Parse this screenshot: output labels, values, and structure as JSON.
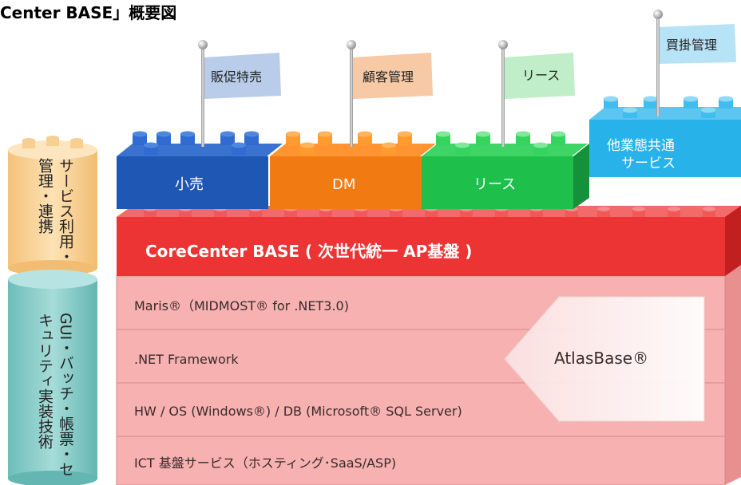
{
  "header": {
    "title": "Center BASE」概要図"
  },
  "flags": [
    {
      "label": "販促特売",
      "color": "#b9cdea"
    },
    {
      "label": "顧客管理",
      "color": "#f7c9a4"
    },
    {
      "label": "リース",
      "color": "#bfeec8"
    },
    {
      "label": "買掛管理",
      "color": "#b6e3f6"
    }
  ],
  "modules": [
    {
      "label": "小売",
      "color": "#1f57b4",
      "studs": "#2d6fd1"
    },
    {
      "label": "DM",
      "color": "#f17b12",
      "studs": "#ff9a2e"
    },
    {
      "label": "リース",
      "color": "#1ebf4a",
      "studs": "#35d45f"
    }
  ],
  "common_service": {
    "line1": "他業態共通",
    "line2": "サービス",
    "color": "#27b2ea"
  },
  "base": {
    "label": "CoreCenter BASE ( 次世代統一 AP基盤 )",
    "color": "#ec3434"
  },
  "layers": [
    {
      "label": "Maris®（MIDMOST® for .NET3.0)"
    },
    {
      "label": ".NET Framework"
    },
    {
      "label": "HW / OS (Windows®) / DB (Microsoft® SQL Server)"
    },
    {
      "label": "ICT 基盤サービス（ホスティング･SaaS/ASP)"
    }
  ],
  "atlas": {
    "label": "AtlasBase®"
  },
  "side_top": {
    "label": "サービス利用・管理・連携",
    "color": "#fbd8a0"
  },
  "side_bottom": {
    "label": "GUI・バッチ・帳票・セキュリティ実装技術",
    "color": "#8fcfcc"
  }
}
